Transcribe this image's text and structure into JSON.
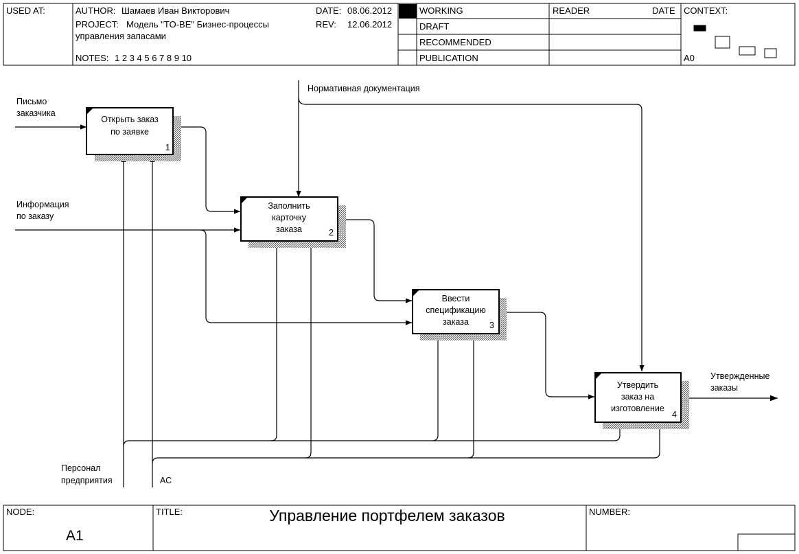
{
  "header": {
    "used_at_label": "USED AT:",
    "author_label": "AUTHOR:",
    "author": "Шамаев Иван Викторович",
    "project_label": "PROJECT:",
    "project_line1": "Модель \"TO-BE\" Бизнес-процессы",
    "project_line2": "управления запасами",
    "notes_label": "NOTES:",
    "notes_value": "1 2 3 4 5 6 7 8 9 10",
    "date_label": "DATE:",
    "date_value": "08.06.2012",
    "rev_label": "REV:",
    "rev_value": "12.06.2012",
    "status": [
      "WORKING",
      "DRAFT",
      "RECOMMENDED",
      "PUBLICATION"
    ],
    "reader_label": "READER",
    "reader_date_label": "DATE",
    "context_label": "CONTEXT:",
    "context_node": "A0"
  },
  "diagram": {
    "boxes": [
      {
        "lines": [
          "Открыть заказ",
          "по заявке"
        ],
        "number": "1"
      },
      {
        "lines": [
          "Заполнить",
          "карточку",
          "заказа"
        ],
        "number": "2"
      },
      {
        "lines": [
          "Ввести",
          "спецификацию",
          "заказа"
        ],
        "number": "3"
      },
      {
        "lines": [
          "Утвердить",
          "заказ на",
          "изготовление"
        ],
        "number": "4"
      }
    ],
    "arrow_labels": {
      "letter": [
        "Письмо",
        "заказчика"
      ],
      "info": [
        "Информация",
        "по заказу"
      ],
      "norm": "Нормативная документация",
      "approved": [
        "Утвержденные",
        "заказы"
      ],
      "staff": [
        "Персонал",
        "предприятия"
      ],
      "as": "АС"
    }
  },
  "footer": {
    "node_label": "NODE:",
    "node_value": "A1",
    "title_label": "TITLE:",
    "title": "Управление  портфелем  заказов",
    "number_label": "NUMBER:"
  }
}
